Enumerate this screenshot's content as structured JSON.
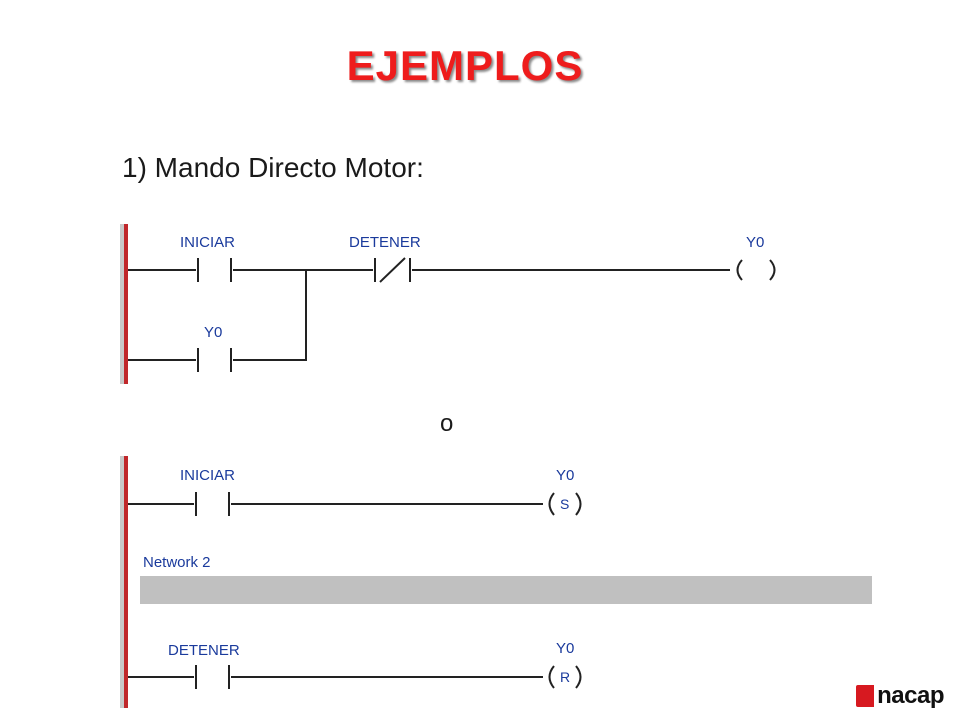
{
  "title": "EJEMPLOS",
  "subtitle": "1) Mando Directo Motor:",
  "separator": "o",
  "diagram1": {
    "contact_top": "INICIAR",
    "contact_bottom": "Y0",
    "contact_nc": "DETENER",
    "coil": "Y0"
  },
  "diagram2": {
    "network1_contact": "INICIAR",
    "network1_coil": "Y0",
    "network1_coil_letter": "S",
    "network2_label": "Network 2",
    "network2_contact": "DETENER",
    "network2_coil": "Y0",
    "network2_coil_letter": "R"
  },
  "logo": {
    "text": "nacap",
    "accent": "#d71920"
  },
  "colors": {
    "title": "#ee1c1c",
    "rail": "#c0282b",
    "label": "#1a3a9c",
    "network_bar": "#c0c0c0"
  }
}
